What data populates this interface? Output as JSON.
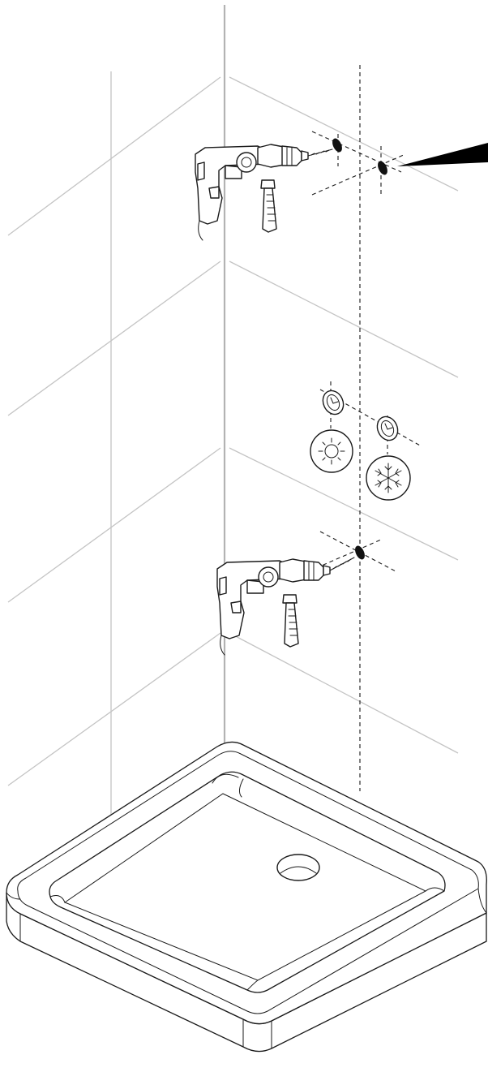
{
  "figure": {
    "type": "installation-diagram",
    "components": [
      {
        "name": "wall-corner"
      },
      {
        "name": "drill-upper"
      },
      {
        "name": "drill-lower"
      },
      {
        "name": "wall-plugs-upper"
      },
      {
        "name": "wall-plug-lower"
      },
      {
        "name": "sun-icon"
      },
      {
        "name": "snowflake-icon"
      },
      {
        "name": "shower-tray"
      },
      {
        "name": "drain-hole"
      },
      {
        "name": "pointer-arrow"
      }
    ]
  }
}
